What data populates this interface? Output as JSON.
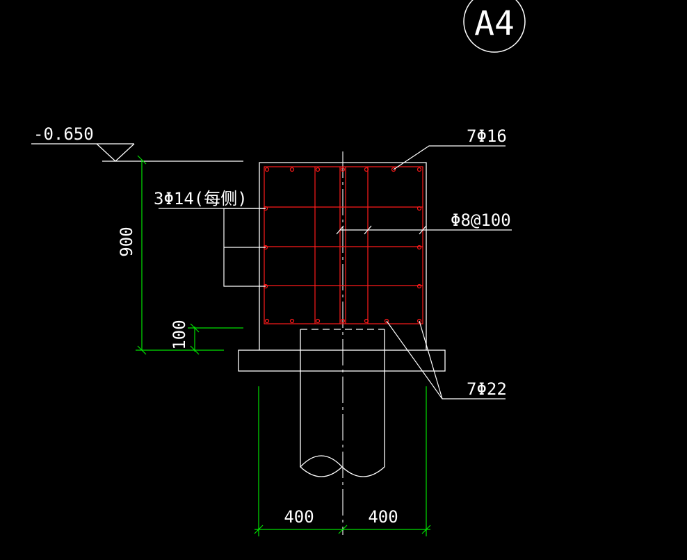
{
  "drawing": {
    "tag": "A4",
    "elevation": "-0.650",
    "rebar_top": "7Φ16",
    "rebar_side": "3Φ14(每侧)",
    "stirrup": "Φ8@100",
    "rebar_bottom": "7Φ22",
    "dim_height": "900",
    "dim_cover": "100",
    "dim_left": "400",
    "dim_right": "400"
  },
  "colors": {
    "background": "#000000",
    "outline": "#ffffff",
    "rebar": "#ff1a1a",
    "dimension": "#00e000"
  }
}
